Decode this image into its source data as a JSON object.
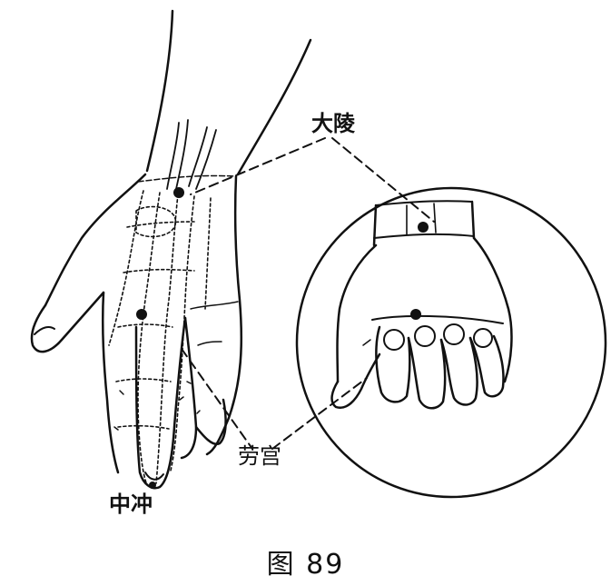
{
  "labels": {
    "daling": "大陵",
    "laogong": "劳宫",
    "zhongchong": "中冲"
  },
  "caption": "图 89",
  "colors": {
    "ink": "#111111",
    "background": "#ffffff"
  }
}
